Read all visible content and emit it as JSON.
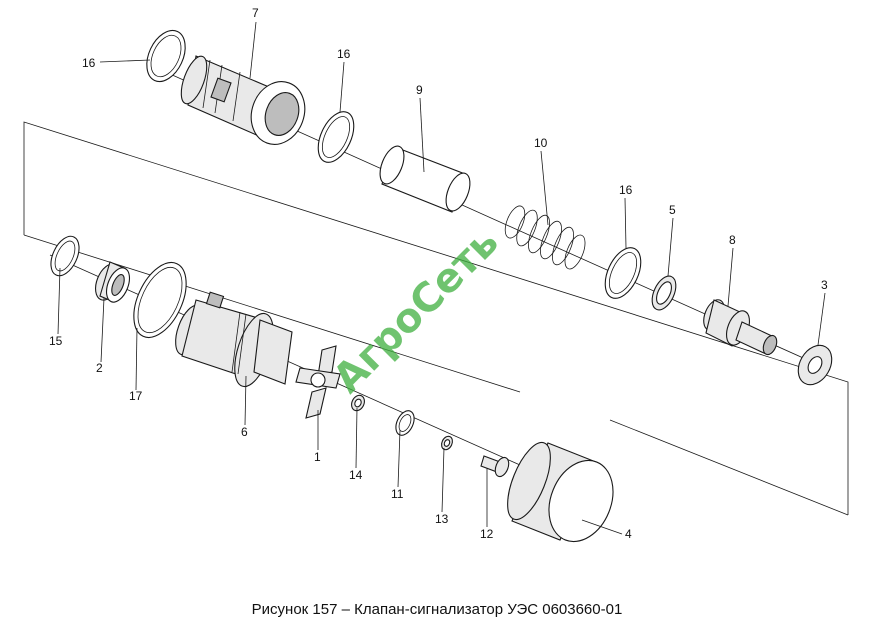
{
  "caption": "Рисунок 157 – Клапан-сигнализатор УЭС 0603660-01",
  "watermark": "АгроСеть",
  "labels": {
    "p1": "1",
    "p2": "2",
    "p3": "3",
    "p4": "4",
    "p5": "5",
    "p6": "6",
    "p7": "7",
    "p8": "8",
    "p9": "9",
    "p10": "10",
    "p11": "11",
    "p12": "12",
    "p13": "13",
    "p14": "14",
    "p15": "15",
    "p16a": "16",
    "p16b": "16",
    "p16c": "16",
    "p17": "17"
  }
}
